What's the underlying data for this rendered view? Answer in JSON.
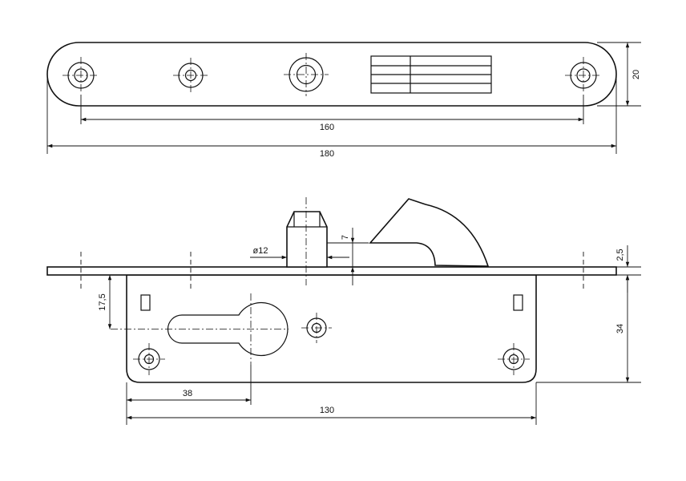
{
  "dimensions": {
    "top_hole_spacing": "160",
    "top_overall_length": "180",
    "top_height": "20",
    "bolt_diameter": "ø12",
    "bolt_projection": "7",
    "plate_thickness": "2,5",
    "cylinder_offset": "17,5",
    "backset": "38",
    "body_length": "130",
    "body_height": "34"
  },
  "colors": {
    "line": "#111111",
    "background": "#ffffff"
  }
}
